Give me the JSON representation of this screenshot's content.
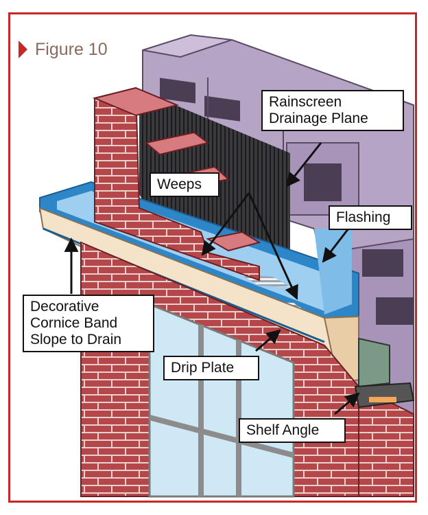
{
  "figure": {
    "title": "Figure 10"
  },
  "labels": {
    "rainscreen": [
      "Rainscreen",
      "Drainage Plane"
    ],
    "weeps": "Weeps",
    "flashing": "Flashing",
    "cornice": [
      "Decorative",
      "Cornice Band",
      "Slope to Drain"
    ],
    "drip_plate": "Drip Plate",
    "shelf_angle": "Shelf Angle"
  },
  "colors": {
    "frame": "#c62828",
    "brick": "#b5464a",
    "mortar": "#e9d2cf",
    "cmu": "#b6a4c4",
    "flashing": "#2c86c8",
    "cornice": "#f4e3c8",
    "glass": "#cfe8f5"
  }
}
